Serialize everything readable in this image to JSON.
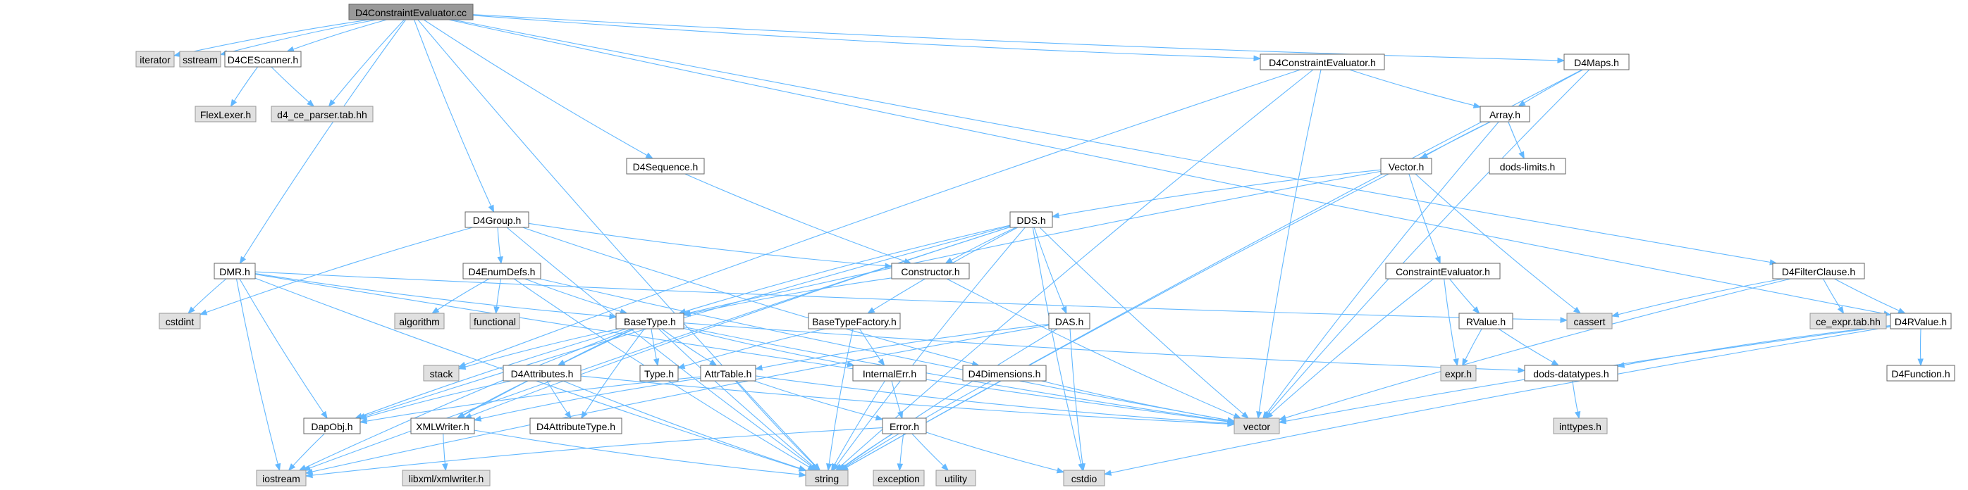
{
  "graph": {
    "root": "D4ConstraintEvaluator.cc",
    "nodes": [
      {
        "id": "root",
        "label": "D4ConstraintEvaluator.cc",
        "kind": "root"
      },
      {
        "id": "iterator",
        "label": "iterator",
        "kind": "external"
      },
      {
        "id": "sstream",
        "label": "sstream",
        "kind": "external"
      },
      {
        "id": "d4cescanner",
        "label": "D4CEScanner.h",
        "kind": "project"
      },
      {
        "id": "flexlexer",
        "label": "FlexLexer.h",
        "kind": "external"
      },
      {
        "id": "d4ceparser",
        "label": "d4_ce_parser.tab.hh",
        "kind": "external"
      },
      {
        "id": "d4ce_h",
        "label": "D4ConstraintEvaluator.h",
        "kind": "project"
      },
      {
        "id": "d4maps",
        "label": "D4Maps.h",
        "kind": "project"
      },
      {
        "id": "array",
        "label": "Array.h",
        "kind": "project"
      },
      {
        "id": "vector_h",
        "label": "Vector.h",
        "kind": "project"
      },
      {
        "id": "dodslimits",
        "label": "dods-limits.h",
        "kind": "project"
      },
      {
        "id": "d4sequence",
        "label": "D4Sequence.h",
        "kind": "project"
      },
      {
        "id": "d4group",
        "label": "D4Group.h",
        "kind": "project"
      },
      {
        "id": "dds",
        "label": "DDS.h",
        "kind": "project"
      },
      {
        "id": "constructor",
        "label": "Constructor.h",
        "kind": "project"
      },
      {
        "id": "constrainteval",
        "label": "ConstraintEvaluator.h",
        "kind": "project"
      },
      {
        "id": "d4filterclause",
        "label": "D4FilterClause.h",
        "kind": "project"
      },
      {
        "id": "dmr",
        "label": "DMR.h",
        "kind": "project"
      },
      {
        "id": "d4enumdefs",
        "label": "D4EnumDefs.h",
        "kind": "project"
      },
      {
        "id": "cstdint",
        "label": "cstdint",
        "kind": "external"
      },
      {
        "id": "algorithm",
        "label": "algorithm",
        "kind": "external"
      },
      {
        "id": "functional",
        "label": "functional",
        "kind": "external"
      },
      {
        "id": "basetype",
        "label": "BaseType.h",
        "kind": "project"
      },
      {
        "id": "basetypefactory",
        "label": "BaseTypeFactory.h",
        "kind": "project"
      },
      {
        "id": "das",
        "label": "DAS.h",
        "kind": "project"
      },
      {
        "id": "cassert",
        "label": "cassert",
        "kind": "external"
      },
      {
        "id": "rvalue",
        "label": "RValue.h",
        "kind": "project"
      },
      {
        "id": "ceexpr",
        "label": "ce_expr.tab.hh",
        "kind": "external"
      },
      {
        "id": "d4rvalue",
        "label": "D4RValue.h",
        "kind": "project"
      },
      {
        "id": "stack",
        "label": "stack",
        "kind": "external"
      },
      {
        "id": "type",
        "label": "Type.h",
        "kind": "project"
      },
      {
        "id": "attrtable",
        "label": "AttrTable.h",
        "kind": "project"
      },
      {
        "id": "internalerr",
        "label": "InternalErr.h",
        "kind": "project"
      },
      {
        "id": "d4dimensions",
        "label": "D4Dimensions.h",
        "kind": "project"
      },
      {
        "id": "dodsdatatypes",
        "label": "dods-datatypes.h",
        "kind": "project"
      },
      {
        "id": "expr",
        "label": "expr.h",
        "kind": "external"
      },
      {
        "id": "d4function",
        "label": "D4Function.h",
        "kind": "project"
      },
      {
        "id": "d4attributes",
        "label": "D4Attributes.h",
        "kind": "project"
      },
      {
        "id": "vector",
        "label": "vector",
        "kind": "external"
      },
      {
        "id": "inttypes",
        "label": "inttypes.h",
        "kind": "external"
      },
      {
        "id": "dapobj",
        "label": "DapObj.h",
        "kind": "project"
      },
      {
        "id": "xmlwriter",
        "label": "XMLWriter.h",
        "kind": "project"
      },
      {
        "id": "d4attributetype",
        "label": "D4AttributeType.h",
        "kind": "project"
      },
      {
        "id": "error",
        "label": "Error.h",
        "kind": "project"
      },
      {
        "id": "iostream",
        "label": "iostream",
        "kind": "external"
      },
      {
        "id": "libxml",
        "label": "libxml/xmlwriter.h",
        "kind": "external"
      },
      {
        "id": "string",
        "label": "string",
        "kind": "external"
      },
      {
        "id": "exception",
        "label": "exception",
        "kind": "external"
      },
      {
        "id": "utility",
        "label": "utility",
        "kind": "external"
      },
      {
        "id": "cstdio",
        "label": "cstdio",
        "kind": "external"
      }
    ],
    "edges": [
      [
        "root",
        "iterator"
      ],
      [
        "root",
        "sstream"
      ],
      [
        "root",
        "d4cescanner"
      ],
      [
        "root",
        "d4ceparser"
      ],
      [
        "root",
        "d4ce_h"
      ],
      [
        "root",
        "d4maps"
      ],
      [
        "root",
        "d4sequence"
      ],
      [
        "root",
        "d4group"
      ],
      [
        "root",
        "dmr"
      ],
      [
        "root",
        "d4filterclause"
      ],
      [
        "root",
        "d4rvalue"
      ],
      [
        "root",
        "string"
      ],
      [
        "d4cescanner",
        "flexlexer"
      ],
      [
        "d4cescanner",
        "d4ceparser"
      ],
      [
        "d4ce_h",
        "array"
      ],
      [
        "d4ce_h",
        "vector"
      ],
      [
        "d4ce_h",
        "string"
      ],
      [
        "d4ce_h",
        "stack"
      ],
      [
        "d4maps",
        "array"
      ],
      [
        "d4maps",
        "vector"
      ],
      [
        "d4maps",
        "string"
      ],
      [
        "array",
        "vector_h"
      ],
      [
        "array",
        "dodslimits"
      ],
      [
        "array",
        "vector"
      ],
      [
        "array",
        "string"
      ],
      [
        "vector_h",
        "dds"
      ],
      [
        "vector_h",
        "basetype"
      ],
      [
        "vector_h",
        "constrainteval"
      ],
      [
        "vector_h",
        "cassert"
      ],
      [
        "d4sequence",
        "constructor"
      ],
      [
        "d4group",
        "constructor"
      ],
      [
        "d4group",
        "d4enumdefs"
      ],
      [
        "d4group",
        "d4dimensions"
      ],
      [
        "d4group",
        "cstdint"
      ],
      [
        "d4group",
        "string"
      ],
      [
        "dds",
        "constructor"
      ],
      [
        "dds",
        "basetype"
      ],
      [
        "dds",
        "basetypefactory"
      ],
      [
        "dds",
        "das"
      ],
      [
        "dds",
        "vector"
      ],
      [
        "dds",
        "string"
      ],
      [
        "dds",
        "iostream"
      ],
      [
        "dds",
        "dapobj"
      ],
      [
        "dds",
        "xmlwriter"
      ],
      [
        "dds",
        "cstdio"
      ],
      [
        "constructor",
        "basetype"
      ],
      [
        "constructor",
        "vector"
      ],
      [
        "constrainteval",
        "rvalue"
      ],
      [
        "constrainteval",
        "expr"
      ],
      [
        "constrainteval",
        "vector"
      ],
      [
        "d4filterclause",
        "cassert"
      ],
      [
        "d4filterclause",
        "ceexpr"
      ],
      [
        "d4filterclause",
        "d4rvalue"
      ],
      [
        "d4filterclause",
        "vector"
      ],
      [
        "dmr",
        "cstdint"
      ],
      [
        "dmr",
        "basetype"
      ],
      [
        "dmr",
        "iostream"
      ],
      [
        "dmr",
        "dapobj"
      ],
      [
        "dmr",
        "vector"
      ],
      [
        "dmr",
        "cassert"
      ],
      [
        "dmr",
        "string"
      ],
      [
        "d4enumdefs",
        "algorithm"
      ],
      [
        "d4enumdefs",
        "functional"
      ],
      [
        "d4enumdefs",
        "basetype"
      ],
      [
        "d4enumdefs",
        "vector"
      ],
      [
        "d4enumdefs",
        "string"
      ],
      [
        "basetype",
        "stack"
      ],
      [
        "basetype",
        "type"
      ],
      [
        "basetype",
        "attrtable"
      ],
      [
        "basetype",
        "internalerr"
      ],
      [
        "basetype",
        "d4attributes"
      ],
      [
        "basetype",
        "d4attributetype"
      ],
      [
        "basetype",
        "dodsdatatypes"
      ],
      [
        "basetype",
        "dapobj"
      ],
      [
        "basetype",
        "xmlwriter"
      ],
      [
        "basetype",
        "vector"
      ],
      [
        "basetype",
        "string"
      ],
      [
        "basetype",
        "iostream"
      ],
      [
        "basetypefactory",
        "type"
      ],
      [
        "basetypefactory",
        "internalerr"
      ],
      [
        "basetypefactory",
        "string"
      ],
      [
        "das",
        "attrtable"
      ],
      [
        "das",
        "iostream"
      ],
      [
        "das",
        "string"
      ],
      [
        "das",
        "cstdio"
      ],
      [
        "rvalue",
        "expr"
      ],
      [
        "rvalue",
        "dodsdatatypes"
      ],
      [
        "d4rvalue",
        "d4function"
      ],
      [
        "d4rvalue",
        "dodsdatatypes"
      ],
      [
        "d4rvalue",
        "vector"
      ],
      [
        "d4rvalue",
        "cstdio"
      ],
      [
        "attrtable",
        "dapobj"
      ],
      [
        "attrtable",
        "xmlwriter"
      ],
      [
        "attrtable",
        "error"
      ],
      [
        "attrtable",
        "vector"
      ],
      [
        "attrtable",
        "string"
      ],
      [
        "internalerr",
        "error"
      ],
      [
        "internalerr",
        "string"
      ],
      [
        "d4dimensions",
        "vector"
      ],
      [
        "d4dimensions",
        "string"
      ],
      [
        "dodsdatatypes",
        "inttypes"
      ],
      [
        "d4attributes",
        "dapobj"
      ],
      [
        "d4attributes",
        "xmlwriter"
      ],
      [
        "d4attributes",
        "d4attributetype"
      ],
      [
        "d4attributes",
        "vector"
      ],
      [
        "d4attributes",
        "string"
      ],
      [
        "dapobj",
        "iostream"
      ],
      [
        "xmlwriter",
        "libxml"
      ],
      [
        "xmlwriter",
        "string"
      ],
      [
        "error",
        "iostream"
      ],
      [
        "error",
        "string"
      ],
      [
        "error",
        "exception"
      ],
      [
        "error",
        "utility"
      ],
      [
        "error",
        "cstdio"
      ]
    ]
  }
}
